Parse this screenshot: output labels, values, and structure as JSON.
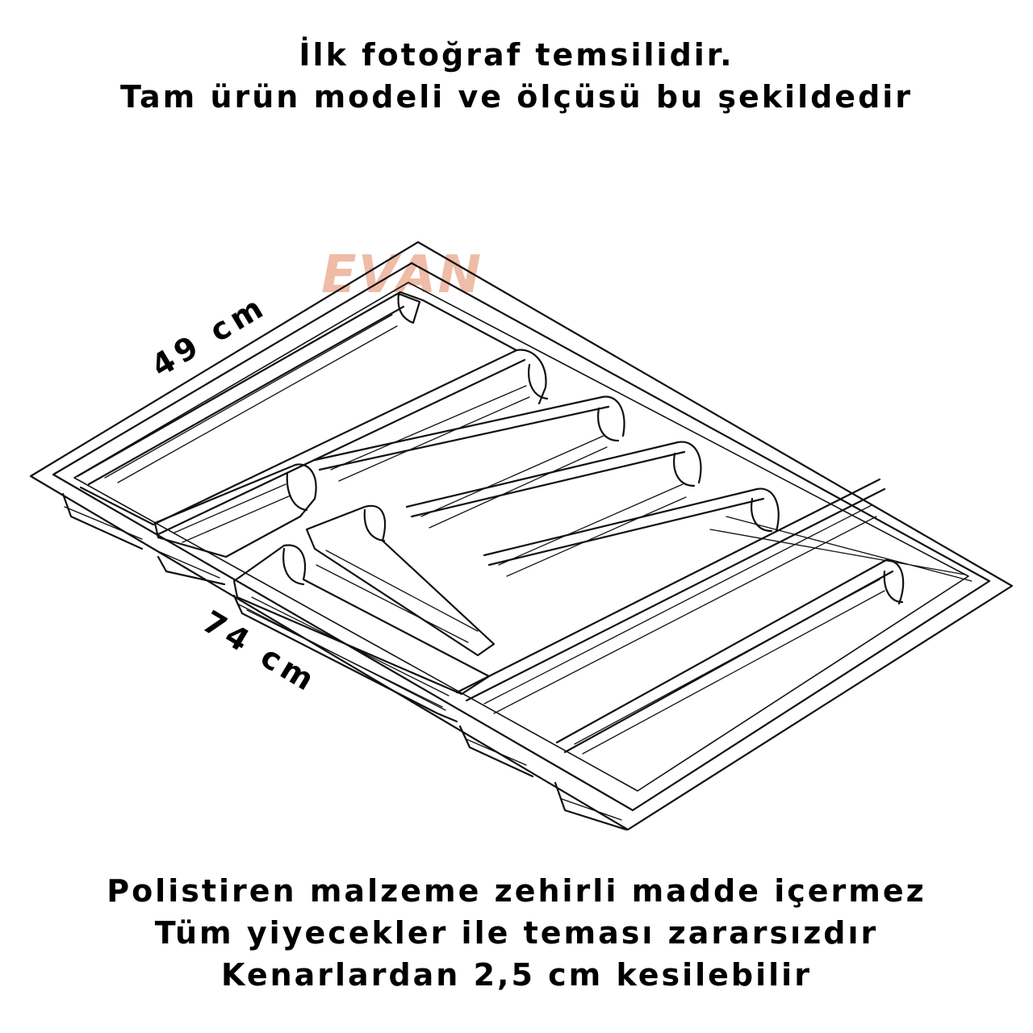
{
  "header": {
    "line1": "İlk fotoğraf temsilidir.",
    "line2": "Tam ürün modeli ve ölçüsü bu şekildedir"
  },
  "watermark": {
    "text": "EVAN",
    "color": "#e8a58a",
    "gray": "#d0d0d0"
  },
  "dimensions": {
    "depth_label": "49 cm",
    "width_label": "74 cm"
  },
  "footer": {
    "line1": "Polistiren malzeme zehirli madde içermez",
    "line2": "Tüm yiyecekler ile teması zararsızdır",
    "line3": "Kenarlardan 2,5 cm kesilebilir"
  },
  "colors": {
    "line": "#111111",
    "background": "#ffffff"
  }
}
